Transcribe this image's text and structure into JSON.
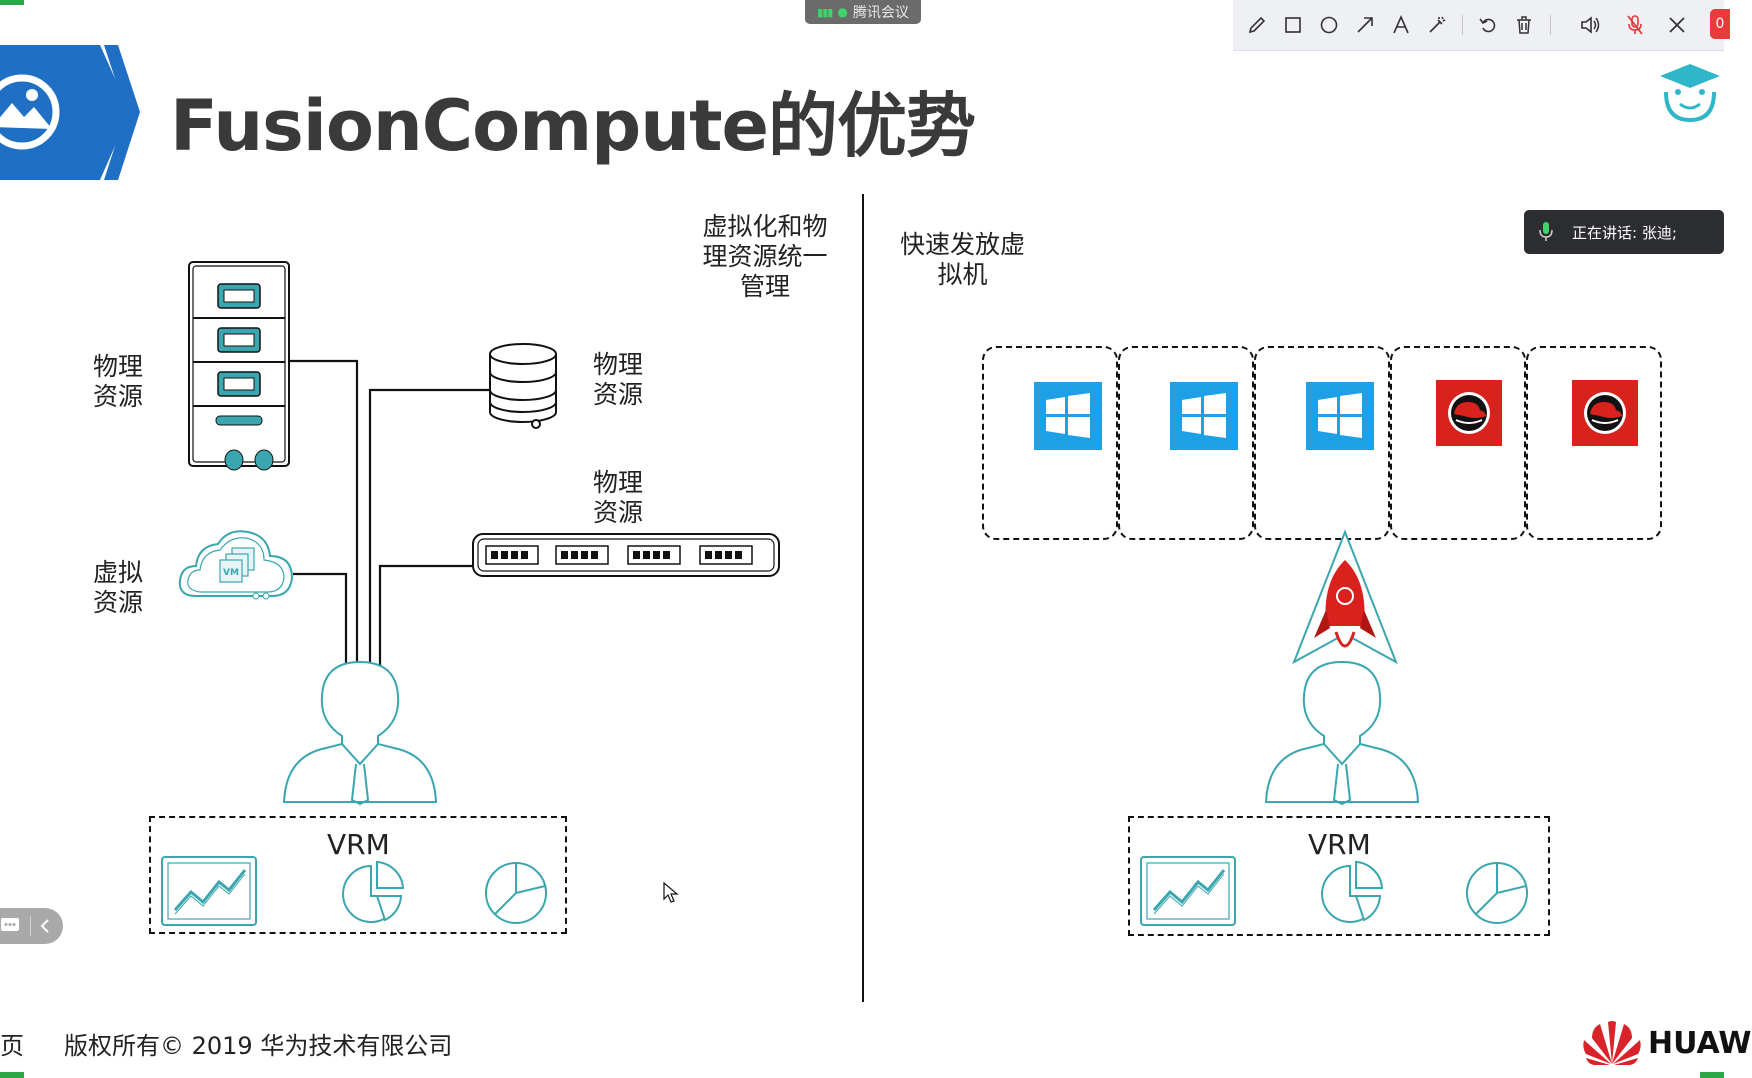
{
  "slide": {
    "title": "FusionCompute的优势",
    "left_heading": "虚拟化和物理资源统一管理",
    "left_heading_lines": [
      "虚拟化和物",
      "理资源统一",
      "管理"
    ],
    "right_heading_lines": [
      "快速发放虚",
      "拟机"
    ],
    "labels": {
      "server": [
        "物理",
        "资源"
      ],
      "storage": [
        "物理",
        "资源"
      ],
      "switch": [
        "物理",
        "资源"
      ],
      "virtual": [
        "虚拟",
        "资源"
      ]
    },
    "vrm_left": "VRM",
    "vrm_right": "VRM",
    "vm_icon_text": "VM",
    "vm_os": [
      "windows",
      "windows",
      "windows",
      "redhat",
      "redhat"
    ],
    "footer": "版权所有© 2019 华为技术有限公司",
    "page_mark": "页",
    "brand": "HUAW"
  },
  "meeting": {
    "badge": "腾讯会议",
    "speaker": "正在讲话: 张迪;",
    "record_badge": "0",
    "tools": [
      "pen-icon",
      "rectangle-icon",
      "circle-icon",
      "arrow-icon",
      "text-icon",
      "magic-wand-icon",
      "undo-icon",
      "delete-icon",
      "speaker-icon",
      "mic-muted-icon",
      "close-icon"
    ]
  },
  "colors": {
    "accent_blue": "#1f6fc5",
    "teal": "#3aa6b0",
    "windows_blue": "#1ea0e6",
    "redhat_red": "#d9221d",
    "huawei_red": "#d8232a"
  }
}
